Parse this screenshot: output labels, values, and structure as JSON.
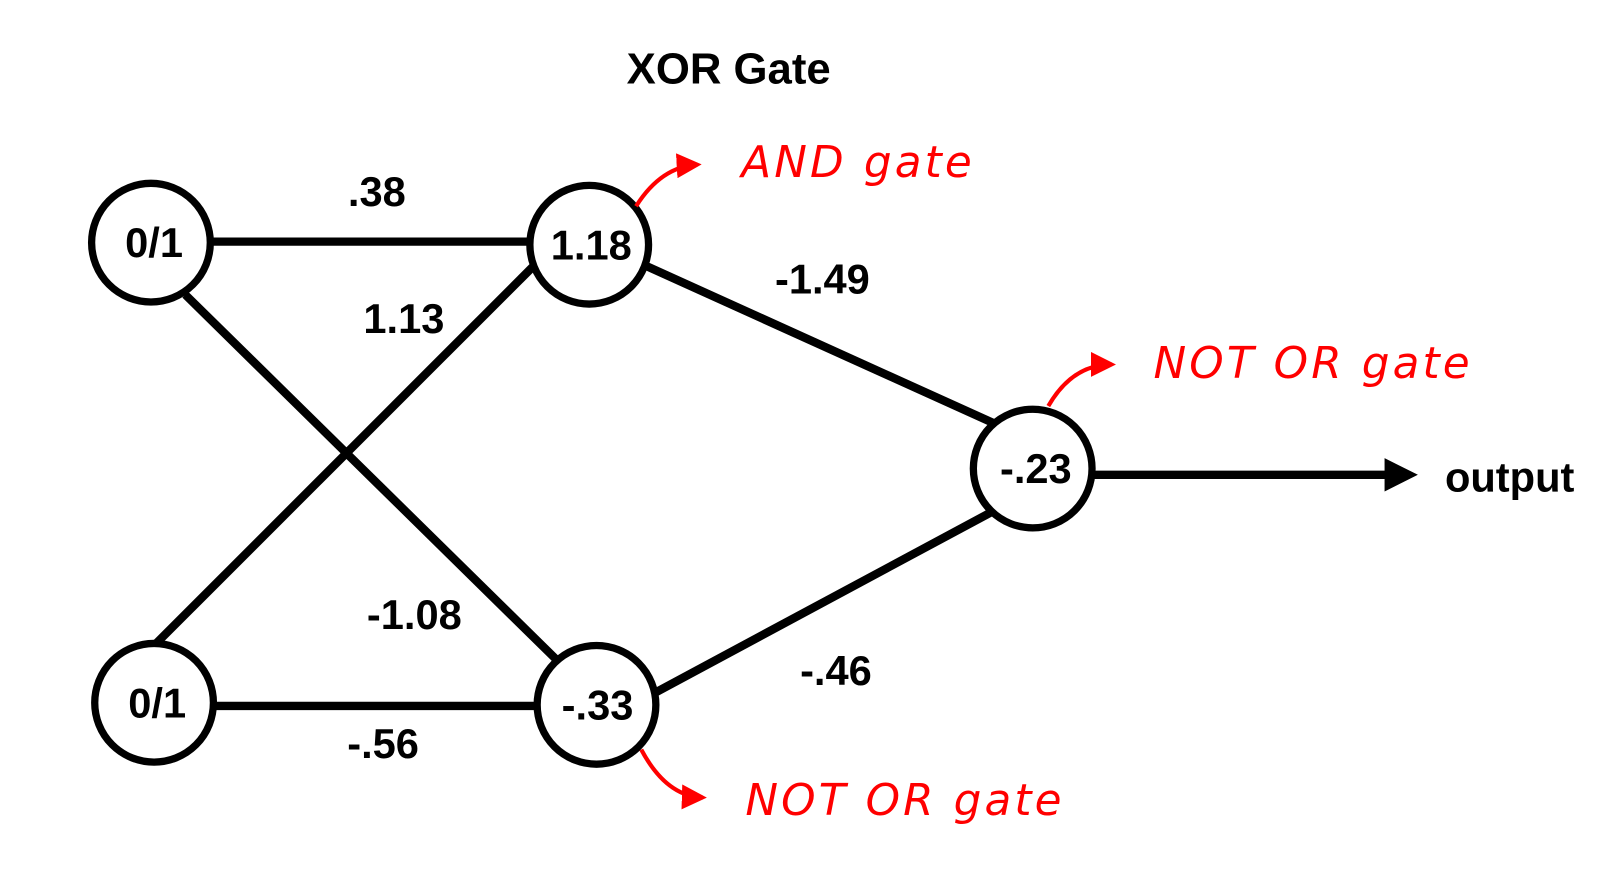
{
  "title": "XOR Gate",
  "nodes": {
    "input_1": "0/1",
    "input_2": "0/1",
    "hidden_1": "1.18",
    "hidden_2": "-.33",
    "output": "-.23"
  },
  "weights": {
    "in1_h1": ".38",
    "in2_h1": "1.13",
    "in1_h2": "-1.08",
    "in2_h2": "-.56",
    "h1_out": "-1.49",
    "h2_out": "-.46"
  },
  "annotations": {
    "hidden_1": "AND gate",
    "hidden_2": "NOT OR gate",
    "output": "NOT OR gate"
  },
  "output_label": "output",
  "colors": {
    "annotation": "#ff0000",
    "lines": "#000000"
  }
}
